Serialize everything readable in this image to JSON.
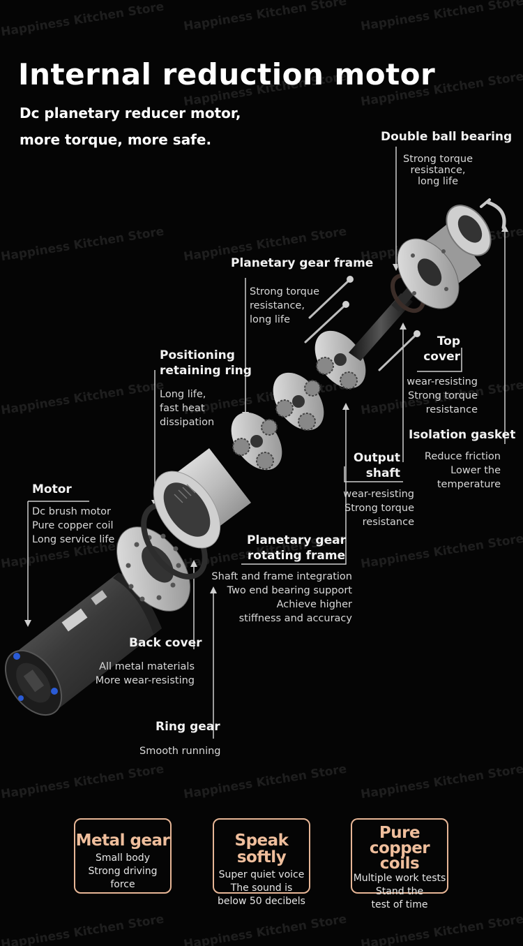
{
  "watermark": "Happiness Kitchen Store",
  "header": {
    "title": "Internal reduction motor",
    "subtitle_line1": "Dc planetary reducer motor,",
    "subtitle_line2": "more torque, more safe."
  },
  "parts": {
    "double_ball_bearing": {
      "label": "Double ball bearing",
      "desc": [
        "Strong torque",
        "resistance,",
        "long life"
      ]
    },
    "planetary_gear_frame": {
      "label": "Planetary gear frame",
      "desc": [
        "Strong torque",
        "resistance,",
        "long life"
      ]
    },
    "positioning_ring": {
      "label": [
        "Positioning",
        "retaining ring"
      ],
      "desc": [
        "Long life,",
        "fast heat",
        "dissipation"
      ]
    },
    "top_cover": {
      "label": [
        "Top",
        "cover"
      ],
      "desc": [
        "wear-resisting",
        "Strong torque",
        "resistance"
      ]
    },
    "isolation_gasket": {
      "label": "Isolation gasket",
      "desc": [
        "Reduce friction",
        "Lower the",
        "temperature"
      ]
    },
    "output_shaft": {
      "label": [
        "Output",
        "shaft"
      ],
      "desc": [
        "wear-resisting",
        "Strong torque",
        "resistance"
      ]
    },
    "motor": {
      "label": "Motor",
      "desc": [
        "Dc brush motor",
        "Pure copper coil",
        "Long service life"
      ]
    },
    "planetary_gear_rotating_frame": {
      "label": [
        "Planetary gear",
        "rotating frame"
      ],
      "desc": [
        "Shaft and frame integration",
        "Two end bearing support",
        "Achieve higher",
        "stiffness and accuracy"
      ]
    },
    "back_cover": {
      "label": "Back cover",
      "desc": [
        "All metal materials",
        "More wear-resisting"
      ]
    },
    "ring_gear": {
      "label": "Ring gear",
      "desc": [
        "Smooth running"
      ]
    }
  },
  "features": [
    {
      "title": [
        "Metal gear"
      ],
      "desc": [
        "Small body",
        "Strong driving force"
      ]
    },
    {
      "title": [
        "Speak softly"
      ],
      "desc": [
        "Super quiet voice",
        "The sound is",
        "below 50 decibels"
      ]
    },
    {
      "title": [
        "Pure copper",
        "coils"
      ],
      "desc": [
        "Multiple work tests",
        "Stand the",
        "test of time"
      ]
    }
  ],
  "colors": {
    "accent": "#efbe9c",
    "border": "#e7b696",
    "line": "#d0d0d0",
    "background": "#050505"
  }
}
